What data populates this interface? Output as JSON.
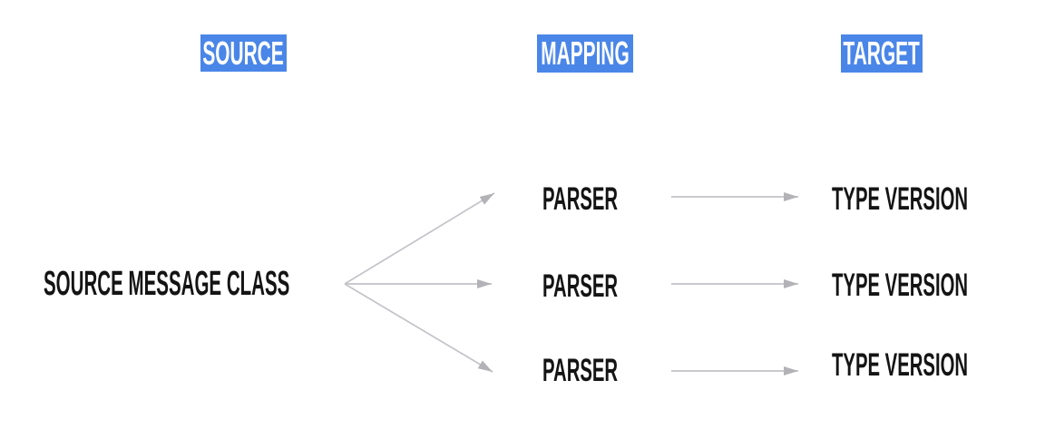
{
  "diagram": {
    "columns": [
      {
        "id": "source",
        "label": "SOURCE"
      },
      {
        "id": "mapping",
        "label": "MAPPING"
      },
      {
        "id": "target",
        "label": "TARGET"
      }
    ],
    "source_node": {
      "label": "SOURCE MESSAGE CLASS"
    },
    "rows": [
      {
        "mapping_node": "PARSER",
        "target_node": "TYPE VERSION"
      },
      {
        "mapping_node": "PARSER",
        "target_node": "TYPE VERSION"
      },
      {
        "mapping_node": "PARSER",
        "target_node": "TYPE VERSION"
      }
    ],
    "colors": {
      "header_bg": "#4a86e8",
      "header_text": "#ffffff",
      "node_text": "#141414",
      "arrow_line": "#c3c3c8",
      "arrow_head": "#b2b2b7",
      "canvas_bg": "#ffffff"
    }
  }
}
